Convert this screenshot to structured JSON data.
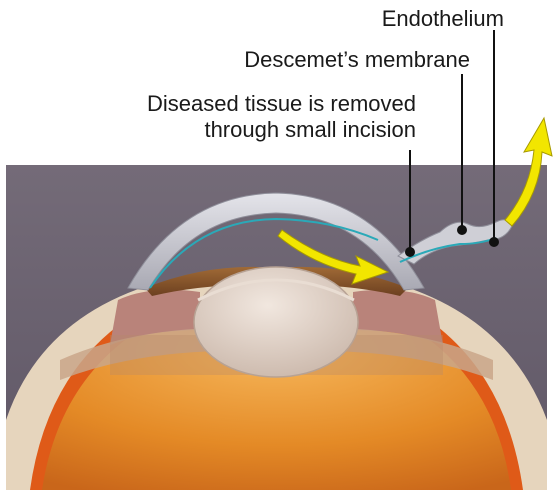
{
  "labels": {
    "endothelium": "Endothelium",
    "descemet": "Descemet’s membrane",
    "diseased_line1": "Diseased tissue is removed",
    "diseased_line2": "through small incision"
  },
  "colors": {
    "background": "#6e6674",
    "sclera": "#e8d8c2",
    "cornea": "#c9c9cf",
    "descemet_line": "#2aa9b8",
    "iris": "#8a5a2e",
    "ciliary": "#b07a6e",
    "vitreous": "#e58f2c",
    "choroid": "#e05a1a",
    "lens": "#e3d6cc",
    "arrow": "#f2e600",
    "leader": "#111111"
  },
  "icons": {
    "arrow_inward": "yellow-curved-arrow-icon",
    "arrow_outward": "yellow-curved-arrow-up-icon"
  }
}
